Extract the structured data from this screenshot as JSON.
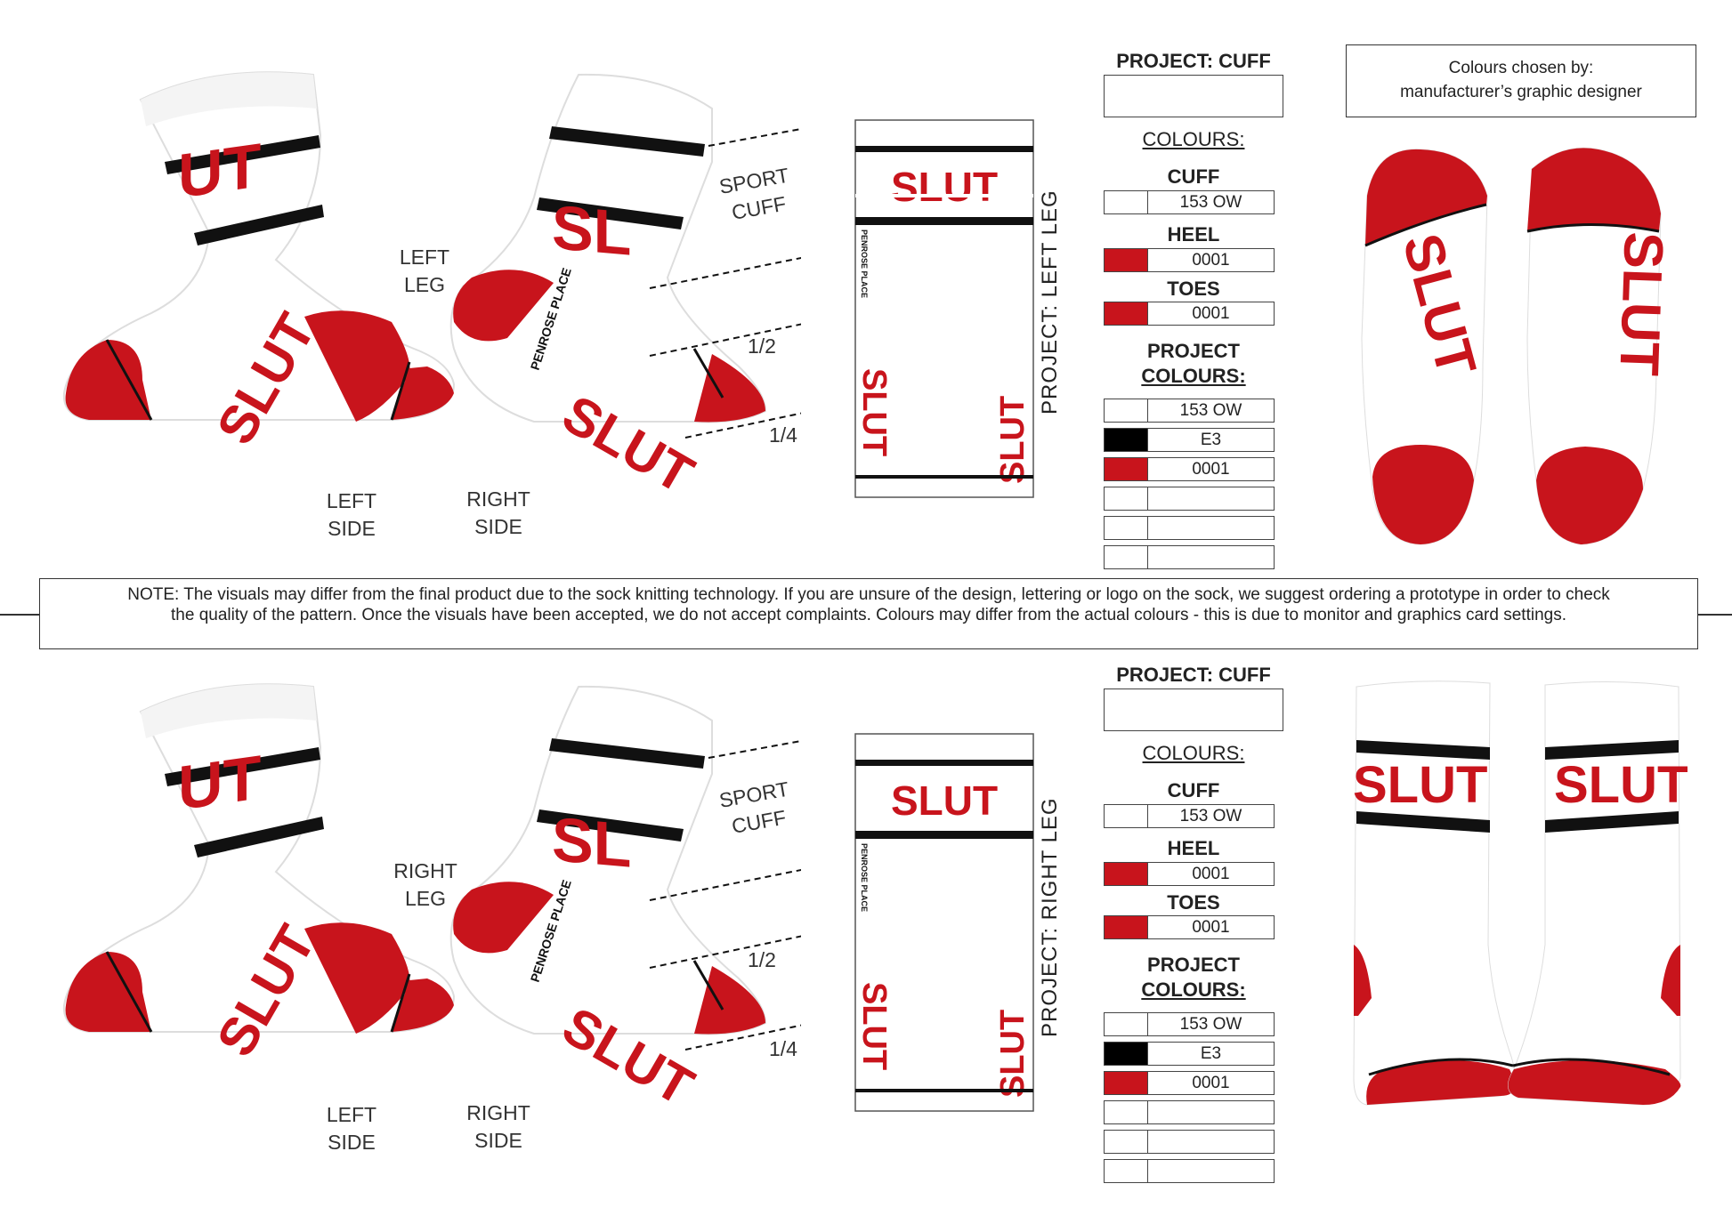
{
  "colours_chosen": {
    "line1": "Colours chosen by:",
    "line2": "manufacturer’s graphic designer"
  },
  "note": {
    "line1": "NOTE: The visuals may differ from the final product due to the sock knitting technology. If you are unsure of the design, lettering or logo on the sock, we suggest ordering a prototype in order to check",
    "line2": "the quality of the pattern. Once the visuals have been accepted, we do not accept complaints. Colours may differ from the actual colours - this is due to monitor and graphics card settings."
  },
  "brand_word": "SLUT",
  "brand_partial_left": "UT",
  "brand_partial_right": "SL",
  "small_logo": "PENROSE PLACE",
  "colors": {
    "red": "#c8141c",
    "black": "#111111",
    "white": "#ffffff"
  },
  "sections": [
    {
      "leg_label": [
        "LEFT",
        "LEG"
      ],
      "left_side": [
        "LEFT",
        "SIDE"
      ],
      "right_side": [
        "RIGHT",
        "SIDE"
      ],
      "sport_cuff": [
        "SPORT",
        "CUFF"
      ],
      "half": "1/2",
      "quarter": "1/4",
      "project_vertical": "PROJECT: LEFT LEG",
      "project_title": "PROJECT: CUFF",
      "colours_title": "COLOURS:",
      "cuff_label": "CUFF",
      "cuff_code": "153 OW",
      "heel_label": "HEEL",
      "heel_code": "0001",
      "toes_label": "TOES",
      "toes_code": "0001",
      "project_colours": [
        "PROJECT",
        "COLOURS:"
      ],
      "palette": [
        {
          "code": "153 OW",
          "color": "#ffffff"
        },
        {
          "code": "E3",
          "color": "#000000"
        },
        {
          "code": "0001",
          "color": "#c8141c"
        },
        {
          "code": "",
          "color": "#ffffff"
        },
        {
          "code": "",
          "color": "#ffffff"
        },
        {
          "code": "",
          "color": "#ffffff"
        }
      ]
    },
    {
      "leg_label": [
        "RIGHT",
        "LEG"
      ],
      "left_side": [
        "LEFT",
        "SIDE"
      ],
      "right_side": [
        "RIGHT",
        "SIDE"
      ],
      "sport_cuff": [
        "SPORT",
        "CUFF"
      ],
      "half": "1/2",
      "quarter": "1/4",
      "project_vertical": "PROJECT: RIGHT LEG",
      "project_title": "PROJECT: CUFF",
      "colours_title": "COLOURS:",
      "cuff_label": "CUFF",
      "cuff_code": "153 OW",
      "heel_label": "HEEL",
      "heel_code": "0001",
      "toes_label": "TOES",
      "toes_code": "0001",
      "project_colours": [
        "PROJECT",
        "COLOURS:"
      ],
      "palette": [
        {
          "code": "153 OW",
          "color": "#ffffff"
        },
        {
          "code": "E3",
          "color": "#000000"
        },
        {
          "code": "0001",
          "color": "#c8141c"
        },
        {
          "code": "",
          "color": "#ffffff"
        },
        {
          "code": "",
          "color": "#ffffff"
        },
        {
          "code": "",
          "color": "#ffffff"
        }
      ]
    }
  ]
}
